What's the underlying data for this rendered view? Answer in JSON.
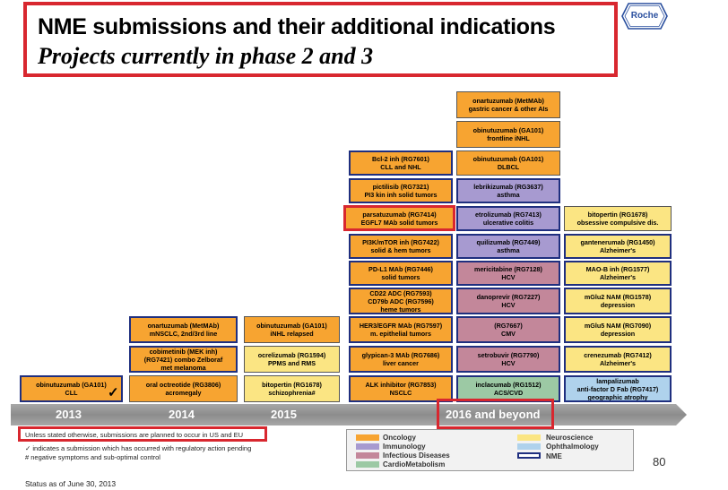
{
  "slide": {
    "title": "NME submissions and their additional indications",
    "subtitle": "Projects currently in phase 2 and 3",
    "logo": "Roche",
    "page_number": "80",
    "status": "Status as of June 30, 2013"
  },
  "timeline": {
    "years": [
      "2013",
      "2014",
      "2015",
      "2016 and beyond"
    ]
  },
  "notes": {
    "n1": "Unless stated otherwise, submissions are planned to occur in US and EU",
    "n2": "✓ indicates a submission which has occurred with regulatory action pending",
    "n3": "# negative symptoms and sub-optimal control"
  },
  "legend": {
    "oncology": "Oncology",
    "immunology": "Immunology",
    "infectious": "Infectious Diseases",
    "cardio": "CardioMetabolism",
    "neuroscience": "Neuroscience",
    "ophthalmology": "Ophthalmology",
    "nme": "NME",
    "colors": {
      "oncology": "#f7a431",
      "immunology": "#a79ad0",
      "infectious": "#c3879a",
      "cardio": "#9cc9a4",
      "neuroscience": "#fbe583",
      "ophthalmology": "#afd2ec",
      "nme_border": "#1f2f7f",
      "highlight": "#d8272f"
    }
  },
  "projects": {
    "c2013": {
      "p1": {
        "l1": "obinutuzumab (GA101)",
        "l2": "CLL"
      }
    },
    "c2014": {
      "p1": {
        "l1": "oral octreotide (RG3806)",
        "l2": "acromegaly"
      },
      "p2": {
        "l1": "cobimetinib (MEK inh)",
        "l2": "(RG7421) combo Zelboraf",
        "l3": "met melanoma"
      },
      "p3": {
        "l1": "onartuzumab (MetMAb)",
        "l2": "mNSCLC, 2nd/3rd line"
      }
    },
    "c2015": {
      "p1": {
        "l1": "bitopertin (RG1678)",
        "l2": "schizophrenia#"
      },
      "p2": {
        "l1": "ocrelizumab (RG1594)",
        "l2": "PPMS and RMS"
      },
      "p3": {
        "l1": "obinutuzumab (GA101)",
        "l2": "iNHL relapsed"
      }
    },
    "c2016a": {
      "p1": {
        "l1": "ALK inhibitor (RG7853)",
        "l2": "NSCLC"
      },
      "p2": {
        "l1": "glypican-3 MAb (RG7686)",
        "l2": "liver cancer"
      },
      "p3": {
        "l1": "HER3/EGFR MAb (RG7597)",
        "l2": "m. epithelial tumors"
      },
      "p4": {
        "l1": "CD22 ADC (RG7593)",
        "l2": "CD79b ADC (RG7596)",
        "l3": "heme tumors"
      },
      "p5": {
        "l1": "PD-L1 MAb (RG7446)",
        "l2": "solid tumors"
      },
      "p6": {
        "l1": "PI3K/mTOR inh (RG7422)",
        "l2": "solid & hem tumors"
      },
      "p7": {
        "l1": "parsatuzumab (RG7414)",
        "l2": "EGFL7 MAb solid tumors"
      },
      "p8": {
        "l1": "pictilisib (RG7321)",
        "l2": "PI3 kin inh solid tumors"
      },
      "p9": {
        "l1": "Bcl-2 inh (RG7601)",
        "l2": "CLL and NHL"
      }
    },
    "c2016b": {
      "p1": {
        "l1": "inclacumab (RG1512)",
        "l2": "ACS/CVD"
      },
      "p2": {
        "l1": "setrobuvir (RG7790)",
        "l2": "HCV"
      },
      "p3": {
        "l1": "(RG7667)",
        "l2": "CMV"
      },
      "p4": {
        "l1": "danoprevir (RG7227)",
        "l2": "HCV"
      },
      "p5": {
        "l1": "mericitabine (RG7128)",
        "l2": "HCV"
      },
      "p6": {
        "l1": "quilizumab (RG7449)",
        "l2": "asthma"
      },
      "p7": {
        "l1": "etrolizumab (RG7413)",
        "l2": "ulcerative colitis"
      },
      "p8": {
        "l1": "lebrikizumab (RG3637)",
        "l2": "asthma"
      },
      "p9": {
        "l1": "obinutuzumab (GA101)",
        "l2": "DLBCL"
      },
      "p10": {
        "l1": "obinutuzumab (GA101)",
        "l2": "frontline iNHL"
      },
      "p11": {
        "l1": "onartuzumab (MetMAb)",
        "l2": "gastric cancer & other AIs"
      }
    },
    "c2016c": {
      "p1": {
        "l1": "lampalizumab",
        "l2": "anti-factor D Fab (RG7417)",
        "l3": "geographic atrophy"
      },
      "p2": {
        "l1": "crenezumab (RG7412)",
        "l2": "Alzheimer's"
      },
      "p3": {
        "l1": "mGlu5 NAM (RG7090)",
        "l2": "depression"
      },
      "p4": {
        "l1": "mGlu2 NAM (RG1578)",
        "l2": "depression"
      },
      "p5": {
        "l1": "MAO-B inh (RG1577)",
        "l2": "Alzheimer's"
      },
      "p6": {
        "l1": "gantenerumab (RG1450)",
        "l2": "Alzheimer's"
      },
      "p7": {
        "l1": "bitopertin (RG1678)",
        "l2": "obsessive compulsive dis."
      }
    }
  }
}
